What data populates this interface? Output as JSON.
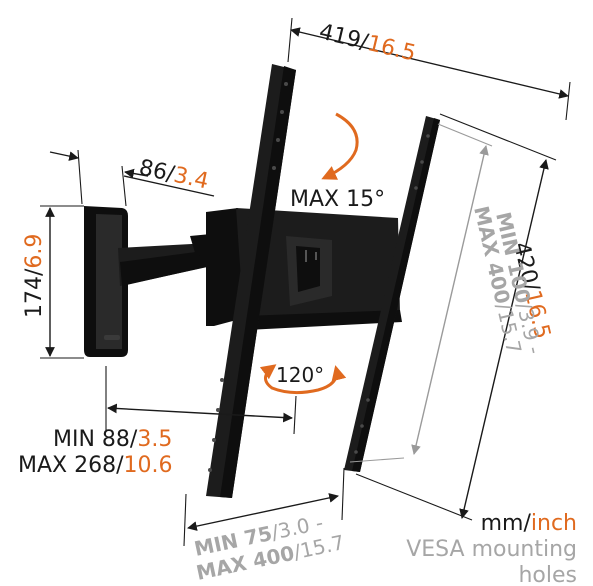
{
  "dimensions": {
    "top_width": {
      "mm": "419",
      "sep": "/",
      "inch": "16.5"
    },
    "side_height": {
      "mm": "420",
      "sep": "/",
      "inch": "16.5"
    },
    "wall_height": {
      "mm": "174",
      "sep": "/",
      "inch": "6.9"
    },
    "wall_depth": {
      "mm": "86",
      "sep": "/",
      "inch": "3.4"
    },
    "extension_min": {
      "prefix": "MIN ",
      "mm": "88",
      "sep": "/",
      "inch": "3.5"
    },
    "extension_max": {
      "prefix": "MAX ",
      "mm": "268",
      "sep": "/",
      "inch": "10.6"
    },
    "vesa_h_min": {
      "prefix": "MIN ",
      "mm": "75",
      "sep": "/",
      "inch": "3.0",
      "suffix": " -"
    },
    "vesa_h_max": {
      "prefix": "MAX ",
      "mm": "400",
      "sep": "/",
      "inch": "15.7"
    },
    "vesa_v_min": {
      "prefix": "MIN ",
      "mm": "100",
      "sep": "/",
      "inch": "3.9",
      "suffix": " -"
    },
    "vesa_v_max": {
      "prefix": "MAX ",
      "mm": "400",
      "sep": "/",
      "inch": "15.7"
    }
  },
  "tilt_label": "MAX 15°",
  "swivel_label": "120°",
  "legend": {
    "mm": "mm",
    "sep": "/",
    "inch": "inch",
    "vesa_line1": "VESA mounting",
    "vesa_line2": "holes"
  },
  "colors": {
    "orange": "#e06a1f",
    "black": "#1a1a1a",
    "gray": "#a6a6a6"
  }
}
